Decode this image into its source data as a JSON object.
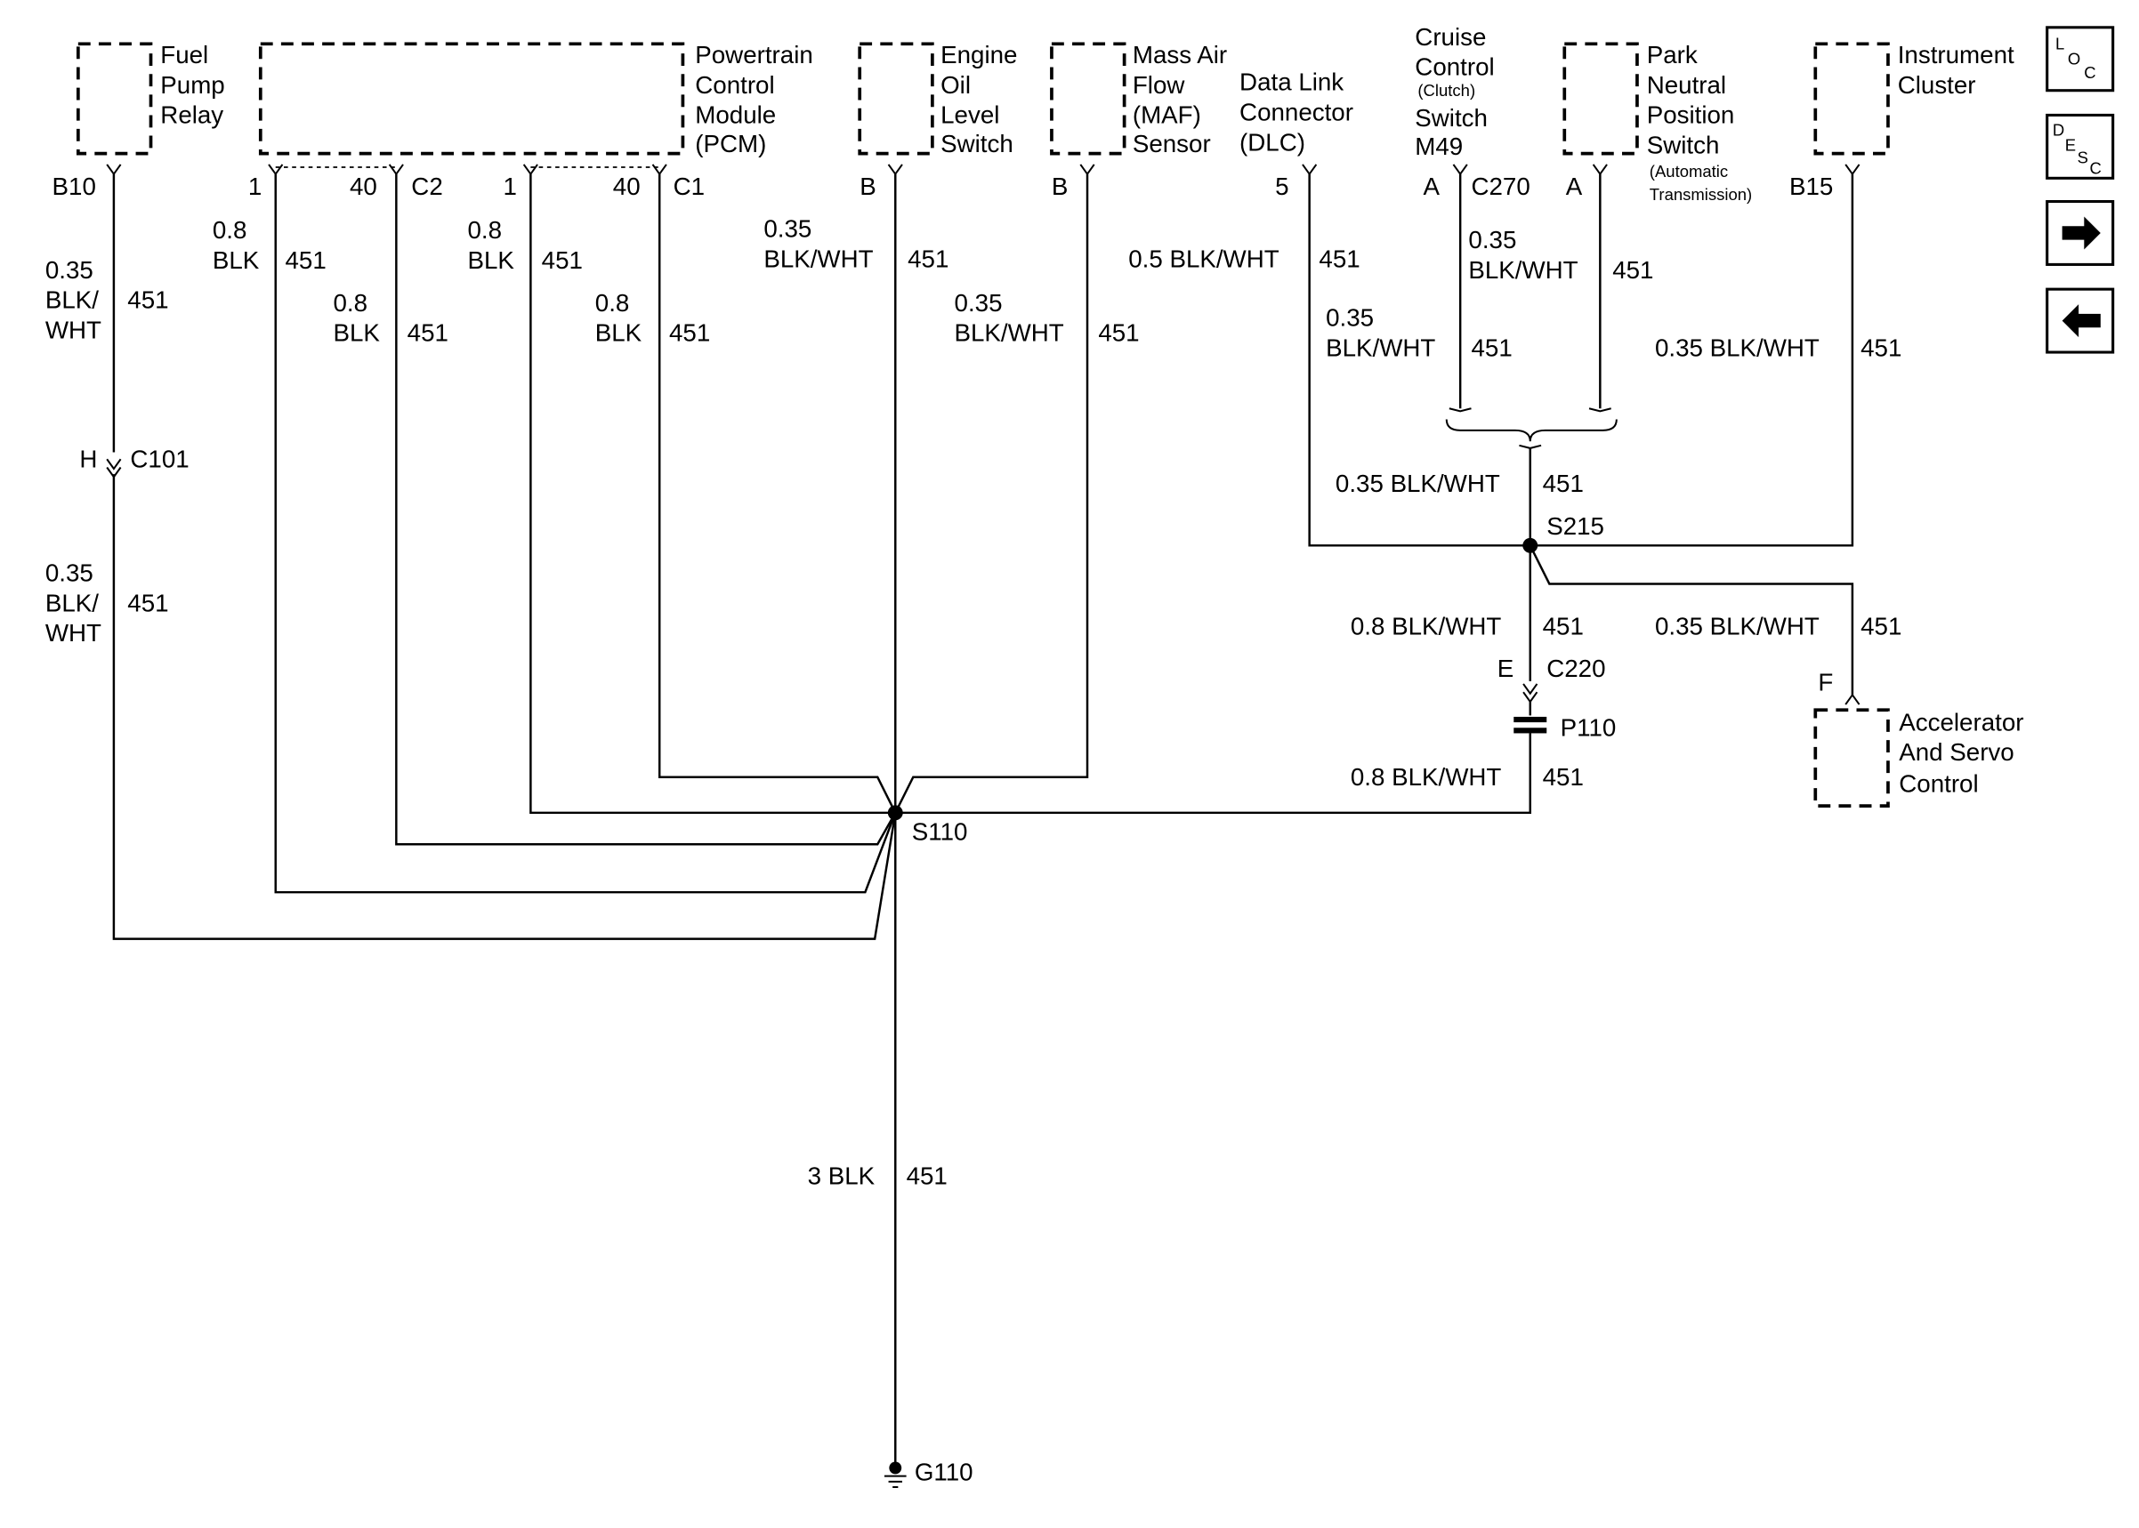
{
  "components": {
    "fuel_pump_relay": [
      "Fuel",
      "Pump",
      "Relay"
    ],
    "pcm": [
      "Powertrain",
      "Control",
      "Module",
      "(PCM)"
    ],
    "engine_oil_level_switch": [
      "Engine",
      "Oil",
      "Level",
      "Switch"
    ],
    "maf_sensor": [
      "Mass Air",
      "Flow",
      "(MAF)",
      "Sensor"
    ],
    "dlc": [
      "Data Link",
      "Connector",
      "(DLC)"
    ],
    "cruise_control_switch": {
      "line1": "Cruise",
      "line2": "Control",
      "line3": "(Clutch)",
      "line4": "Switch",
      "line5": "M49"
    },
    "park_neutral_switch": {
      "line1": "Park",
      "line2": "Neutral",
      "line3": "Position",
      "line4": "Switch",
      "line5": "(Automatic",
      "line6": "Transmission)"
    },
    "instrument_cluster": [
      "Instrument",
      "Cluster"
    ],
    "accelerator_servo": [
      "Accelerator",
      "And Servo",
      "Control"
    ]
  },
  "pins": {
    "fuel_pump_b10": "B10",
    "pcm_c2_1": "1",
    "pcm_c2_40": "40",
    "pcm_c2": "C2",
    "pcm_c1_1": "1",
    "pcm_c1_40": "40",
    "pcm_c1": "C1",
    "oil_b": "B",
    "maf_b": "B",
    "dlc_5": "5",
    "cruise_a": "A",
    "c270": "C270",
    "pnp_a": "A",
    "cluster_b15": "B15",
    "c101_h": "H",
    "c101": "C101",
    "c220_e": "E",
    "c220": "C220",
    "p110": "P110",
    "accel_f": "F"
  },
  "wires": {
    "fuel_top": {
      "lines": [
        "0.35",
        "BLK/",
        "WHT"
      ],
      "circuit": "451"
    },
    "fuel_bottom": {
      "lines": [
        "0.35",
        "BLK/",
        "WHT"
      ],
      "circuit": "451"
    },
    "pcm_c2_1": {
      "lines": [
        "0.8",
        "BLK"
      ],
      "circuit": "451"
    },
    "pcm_c2_40": {
      "lines": [
        "0.8",
        "BLK"
      ],
      "circuit": "451"
    },
    "pcm_c1_1": {
      "lines": [
        "0.8",
        "BLK"
      ],
      "circuit": "451"
    },
    "pcm_c1_40": {
      "lines": [
        "0.8",
        "BLK"
      ],
      "circuit": "451"
    },
    "oil": {
      "lines": [
        "0.35",
        "BLK/WHT"
      ],
      "circuit": "451"
    },
    "maf": {
      "lines": [
        "0.35",
        "BLK/WHT"
      ],
      "circuit": "451"
    },
    "dlc": {
      "label": "0.5 BLK/WHT",
      "circuit": "451"
    },
    "cruise": {
      "lines": [
        "0.35",
        "BLK/WHT"
      ],
      "circuit": "451"
    },
    "pnp": {
      "lines": [
        "0.35",
        "BLK/WHT"
      ],
      "circuit": "451"
    },
    "cluster": {
      "label": "0.35 BLK/WHT",
      "circuit": "451"
    },
    "s215_top": {
      "label": "0.35 BLK/WHT",
      "circuit": "451"
    },
    "s215_down": {
      "label": "0.8 BLK/WHT",
      "circuit": "451"
    },
    "accel": {
      "label": "0.35 BLK/WHT",
      "circuit": "451"
    },
    "p110_down": {
      "label": "0.8 BLK/WHT",
      "circuit": "451"
    },
    "ground": {
      "label": "3 BLK",
      "circuit": "451"
    }
  },
  "splices": {
    "s110": "S110",
    "s215": "S215"
  },
  "ground": {
    "label": "G110"
  },
  "nav_icons": [
    "location-icon",
    "description-icon",
    "next-arrow-icon",
    "previous-arrow-icon"
  ]
}
